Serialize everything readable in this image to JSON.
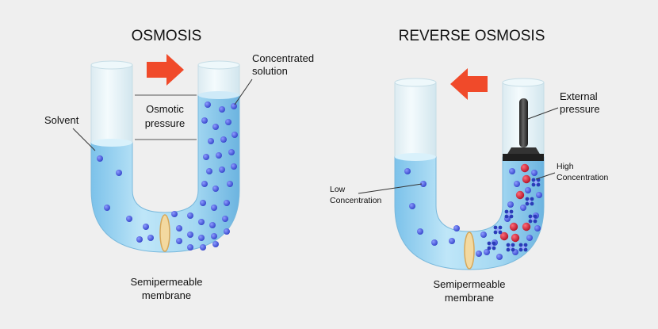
{
  "osmosis": {
    "title": "OSMOSIS",
    "solvent_label": "Solvent",
    "osmotic_pressure_line1": "Osmotic",
    "osmotic_pressure_line2": "pressure",
    "concentrated_line1": "Concentrated",
    "concentrated_line2": "solution",
    "membrane_line1": "Semipermeable",
    "membrane_line2": "membrane"
  },
  "reverse_osmosis": {
    "title": "REVERSE OSMOSIS",
    "external_line1": "External",
    "external_line2": "pressure",
    "high_line1": "High",
    "high_line2": "Concentration",
    "low_line1": "Low",
    "low_line2": "Concentration",
    "membrane_line1": "Semipermeable",
    "membrane_line2": "membrane"
  },
  "colors": {
    "background": "#efefef",
    "water": "#a8d8f0",
    "water_dark": "#6fb6e0",
    "tube_glass": "#dcefF7",
    "particle": "#5566e0",
    "arrow": "#f04a2a",
    "solute_red": "#d7263d"
  },
  "icons": [
    "right-arrow-icon",
    "left-arrow-icon",
    "piston-icon"
  ]
}
